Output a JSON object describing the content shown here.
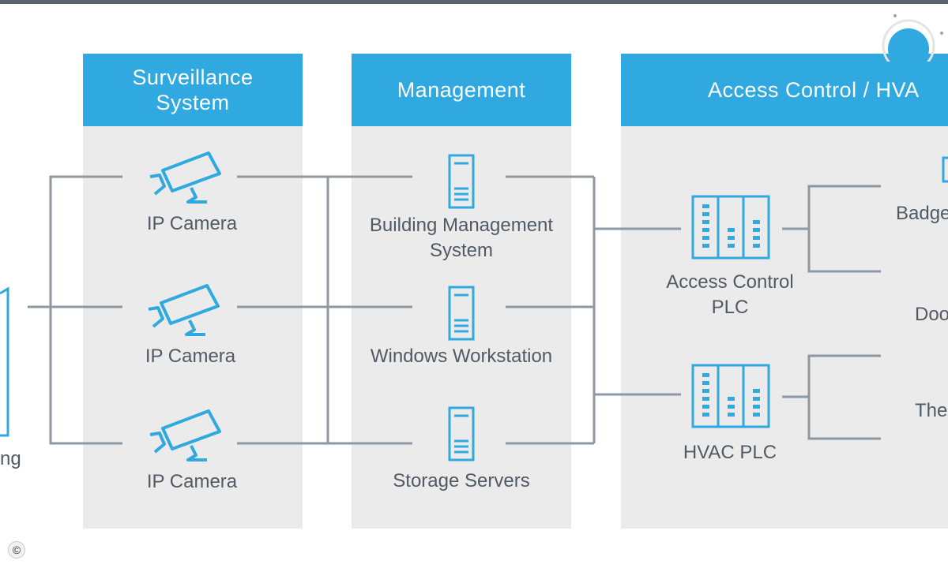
{
  "colors": {
    "accent": "#30a8e0",
    "panel": "#ebebeb",
    "line": "#8e98a2",
    "text": "#505a64"
  },
  "panels": {
    "surveillance": {
      "title": "Surveillance\nSystem"
    },
    "management": {
      "title": "Management"
    },
    "access": {
      "title": "Access Control / HVA"
    }
  },
  "nodes": {
    "left_partial": "ng",
    "camera_1": "IP Camera",
    "camera_2": "IP Camera",
    "camera_3": "IP Camera",
    "bms": "Building Management\nSystem",
    "workstation": "Windows Workstation",
    "storage": "Storage Servers",
    "access_plc": "Access Control\nPLC",
    "hvac_plc": "HVAC PLC",
    "right_1": "Badge",
    "right_2": "Doo",
    "right_3": "The"
  },
  "icons": {
    "camera": "ip-camera-icon",
    "server": "server-tower-icon",
    "plc": "plc-cabinet-icon",
    "copyright": "©"
  }
}
